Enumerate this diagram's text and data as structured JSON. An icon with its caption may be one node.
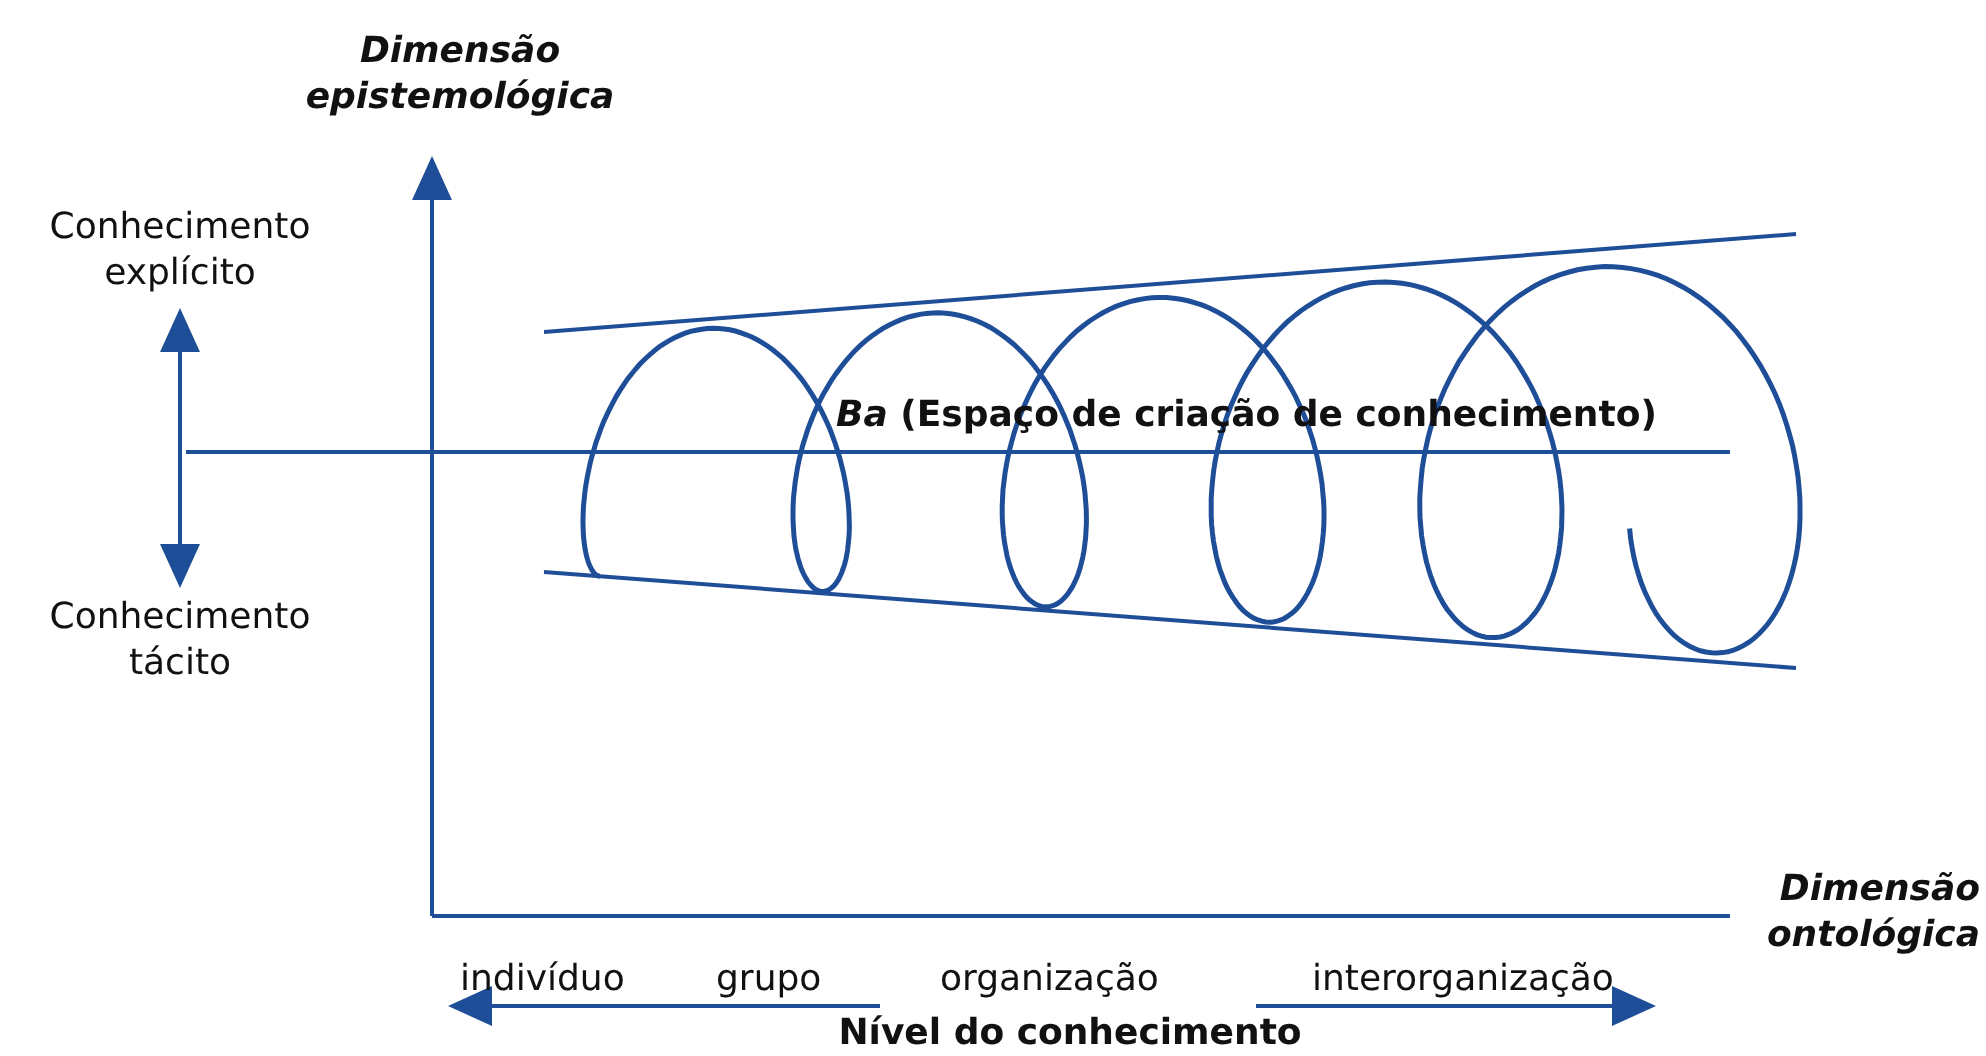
{
  "diagram": {
    "nodes": [
      {
        "text": [
          "Conhecimento explícito"
        ]
      },
      {
        "text": [
          "Conhecimento tácito"
        ]
      }
    ],
    "edges": [
      {
        "from": 0,
        "to": 1,
        "arrow": "both"
      }
    ],
    "labels": [
      "Dimensão epistemológica",
      "*Ba* (Espaço de criação de conhecimento)",
      "Dimensão ontológica",
      "indivíduo",
      "grupo",
      "organização",
      "interorganização",
      "Nível do conhecimento"
    ]
  }
}
